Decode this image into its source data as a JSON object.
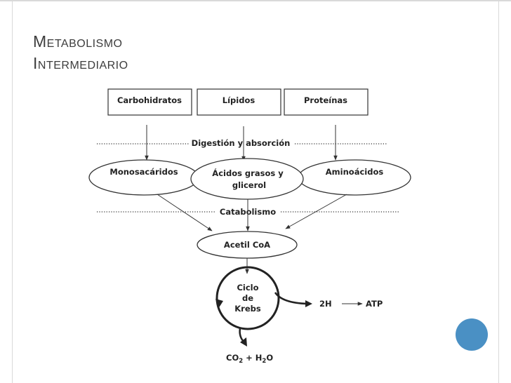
{
  "slide": {
    "title_line1": "Metabolismo",
    "title_line2": "Intermediario"
  },
  "diagram": {
    "sources": [
      "Carbohidratos",
      "Lípidos",
      "Proteínas"
    ],
    "stage1": "Digestión y absorción",
    "monomers": {
      "left": "Monosacáridos",
      "center_line1": "Ácidos grasos y",
      "center_line2": "glicerol",
      "right": "Aminoácidos"
    },
    "stage2": "Catabolismo",
    "acetyl": "Acetil CoA",
    "krebs": [
      "Ciclo",
      "de",
      "Krebs"
    ],
    "h2": "2H",
    "atp": "ATP",
    "co2_prefix": "CO",
    "co2_sub": "2",
    "co2_mid": " + H",
    "h2o_sub": "2",
    "h2o_suffix": "O"
  },
  "colors": {
    "title_text": "#3d3d3d",
    "accent_circle": "#4a90c4",
    "rules": "#d9d9d9"
  }
}
